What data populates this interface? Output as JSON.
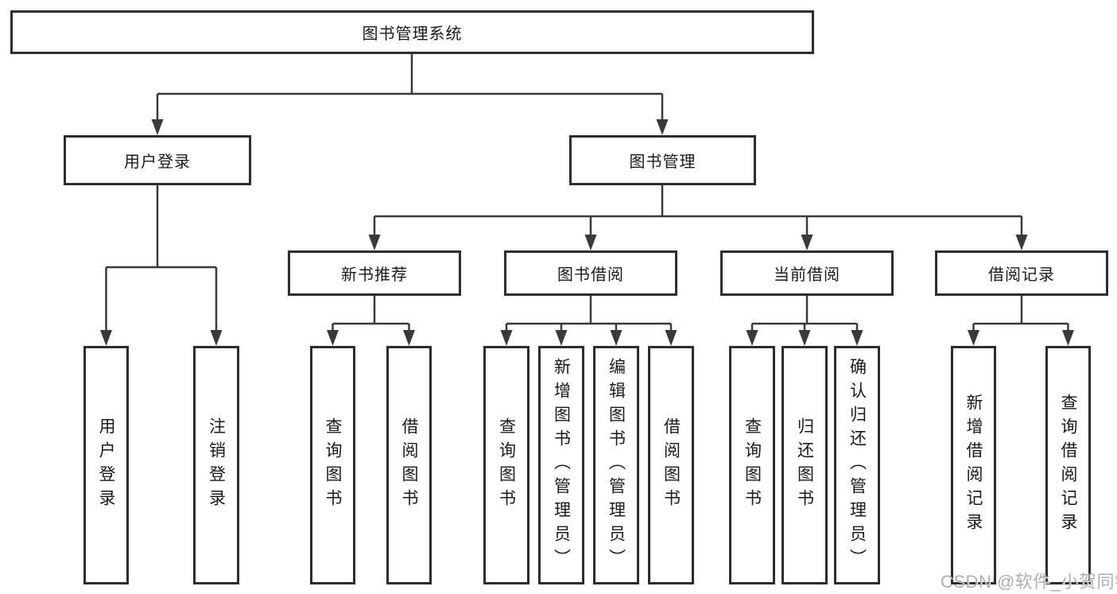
{
  "tree": {
    "label": "图书管理系统",
    "children": [
      {
        "label": "用户登录",
        "children": [
          {
            "label": "用户登录"
          },
          {
            "label": "注销登录"
          }
        ]
      },
      {
        "label": "图书管理",
        "children": [
          {
            "label": "新书推荐",
            "children": [
              {
                "label": "查询图书"
              },
              {
                "label": "借阅图书"
              }
            ]
          },
          {
            "label": "图书借阅",
            "children": [
              {
                "label": "查询图书"
              },
              {
                "label": "新增图书（管理员）"
              },
              {
                "label": "编辑图书（管理员）"
              },
              {
                "label": "借阅图书"
              }
            ]
          },
          {
            "label": "当前借阅",
            "children": [
              {
                "label": "查询图书"
              },
              {
                "label": "归还图书"
              },
              {
                "label": "确认归还（管理员）"
              }
            ]
          },
          {
            "label": "借阅记录",
            "children": [
              {
                "label": "新增借阅记录"
              },
              {
                "label": "查询借阅记录"
              }
            ]
          }
        ]
      }
    ]
  },
  "watermark": {
    "text": "CSDN @软件_小贺同学"
  },
  "colors": {
    "background": "#ffffff",
    "box_border": "#2d2d2d",
    "connector_line": "#3a3a3a",
    "text": "#1a1a1a",
    "watermark": "#a8a8a8"
  }
}
